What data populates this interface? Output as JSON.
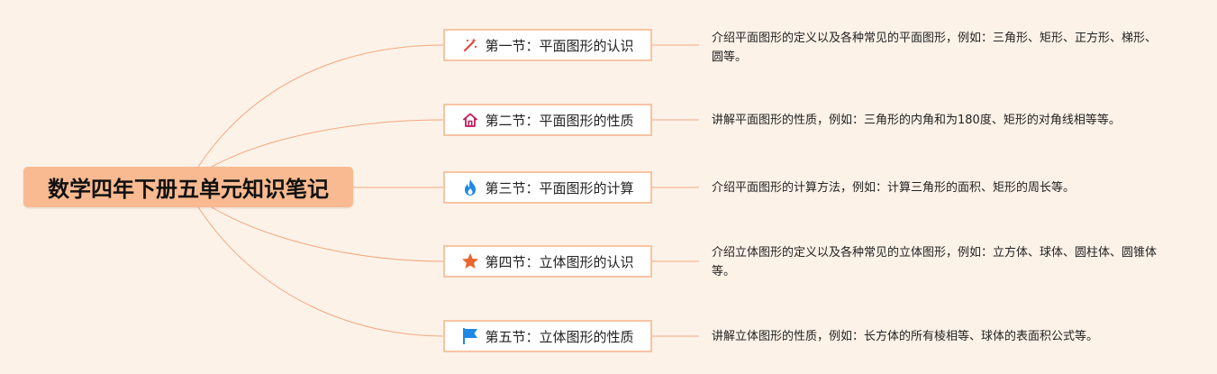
{
  "root": {
    "title": "数学四年下册五单元知识笔记",
    "color": "#f9ba91"
  },
  "edge_color": "#f2a882",
  "branches": [
    {
      "label": "第一节：平面图形的认识",
      "icon": "magic-wand-icon",
      "icon_color": "#e2453c",
      "note": "介绍平面图形的定义以及各种常见的平面图形，例如：三角形、矩形、正方形、梯形、圆等。"
    },
    {
      "label": "第二节：平面图形的性质",
      "icon": "house-icon",
      "icon_color": "#c2185b",
      "note": "讲解平面图形的性质，例如：三角形的内角和为180度、矩形的对角线相等等。"
    },
    {
      "label": "第三节：平面图形的计算",
      "icon": "flame-icon",
      "icon_color": "#1e88e5",
      "note": "介绍平面图形的计算方法，例如：计算三角形的面积、矩形的周长等。"
    },
    {
      "label": "第四节：立体图形的认识",
      "icon": "star-icon",
      "icon_color": "#e8652e",
      "note": "介绍立体图形的定义以及各种常见的立体图形，例如：立方体、球体、圆柱体、圆锥体等。"
    },
    {
      "label": "第五节：立体图形的性质",
      "icon": "flag-icon",
      "icon_color": "#1e88e5",
      "note": "讲解立体图形的性质，例如：长方体的所有棱相等、球体的表面积公式等。"
    }
  ]
}
